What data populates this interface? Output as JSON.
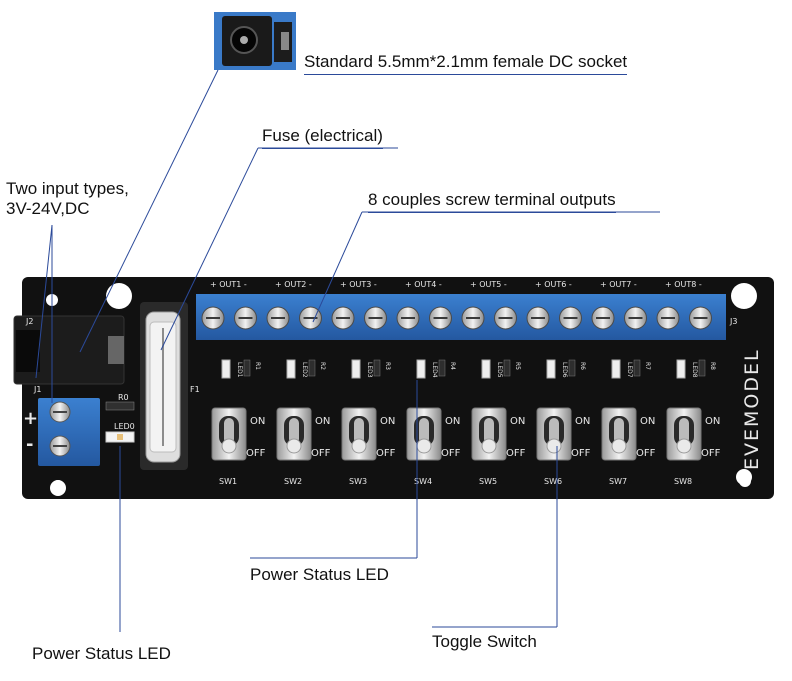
{
  "callouts": {
    "dc_socket": "Standard 5.5mm*2.1mm female DC socket",
    "fuse": "Fuse (electrical)",
    "input_types": "Two input types,\n3V-24V,DC",
    "terminals": "8 couples screw terminal outputs",
    "power_led_center": "Power Status LED",
    "power_led_left": "Power Status LED",
    "toggle": "Toggle Switch"
  },
  "board": {
    "brand": "EVEMODEL",
    "outputs": [
      "OUT1",
      "OUT2",
      "OUT3",
      "OUT4",
      "OUT5",
      "OUT6",
      "OUT7",
      "OUT8"
    ],
    "switches": [
      "SW1",
      "SW2",
      "SW3",
      "SW4",
      "SW5",
      "SW6",
      "SW7",
      "SW8"
    ],
    "leds": [
      "LED1",
      "LED2",
      "LED3",
      "LED4",
      "LED5",
      "LED6",
      "LED7",
      "LED8"
    ],
    "resistors": [
      "R1",
      "R2",
      "R3",
      "R4",
      "R5",
      "R6",
      "R7",
      "R8"
    ],
    "switch_on": "ON",
    "switch_off": "OFF",
    "ref_j1": "J1",
    "ref_j2": "J2",
    "ref_j3": "J3",
    "ref_f1": "F1",
    "ref_r0": "R0",
    "ref_led0": "LED0",
    "plus": "+",
    "minus": "-"
  },
  "colors": {
    "pcb": "#111111",
    "terminal_blue": "#2f6fc0",
    "callout_line": "#2b4a9a",
    "silkscreen": "#e8e8e8"
  }
}
